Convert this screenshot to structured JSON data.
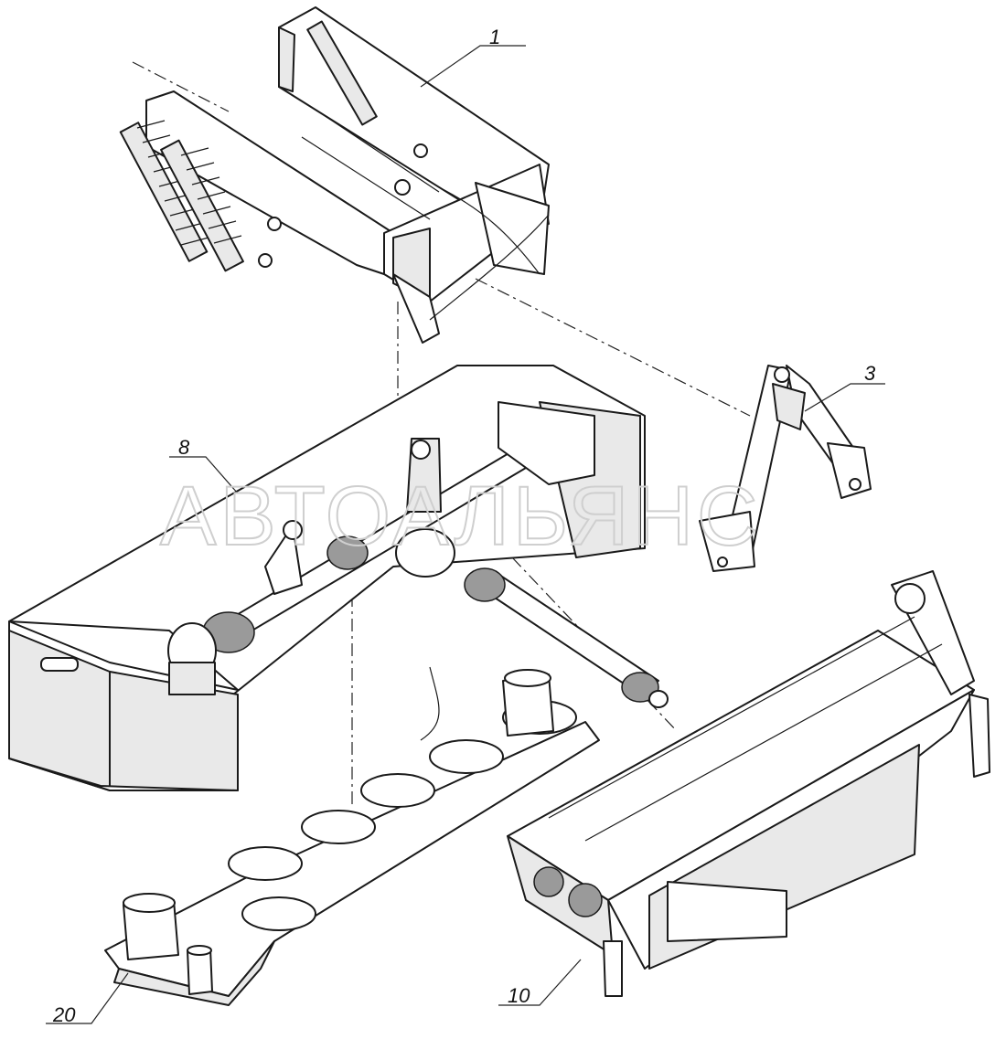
{
  "callouts": {
    "part_1": "1",
    "part_3": "3",
    "part_8": "8",
    "part_10": "10",
    "part_20": "20"
  },
  "watermark": "АВТОАЛЬЯНС",
  "colors": {
    "line": "#1a1a1a",
    "shade": "#e9e9e9",
    "watermark": "#cfcfcf"
  }
}
